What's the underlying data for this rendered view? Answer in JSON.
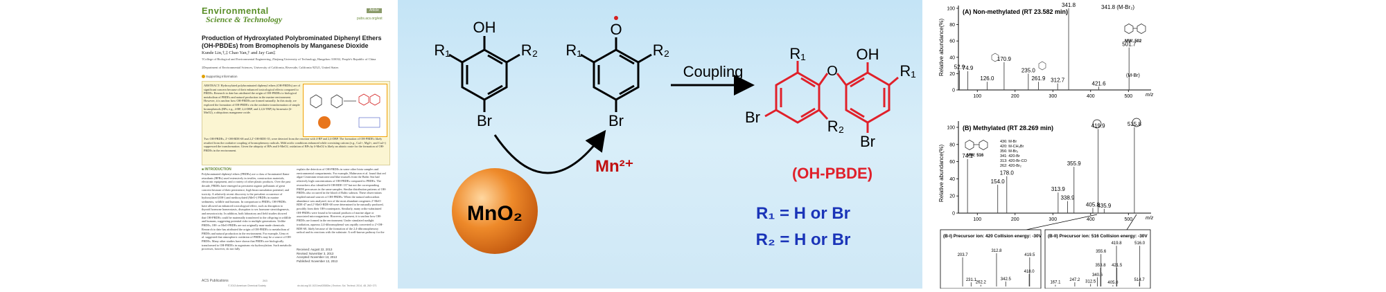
{
  "paper": {
    "journal_line1": "Environmental",
    "journal_line2": "Science & Technology",
    "article_badge": "Article",
    "pubs_link": "pubs.acs.org/est",
    "title": "Production of Hydroxylated Polybrominated Diphenyl Ethers (OH-PBDEs) from Bromophenols by Manganese Dioxide",
    "authors": "Kunde Lin,†,‡ Chao Yan,† and Jay Gan‡",
    "affiliation1": "†College of Biological and Environmental Engineering, Zhejiang University of Technology, Hangzhou 310032, People's Republic of China",
    "affiliation2": "‡Department of Environmental Sciences, University of California, Riverside, California 92521, United States",
    "supporting": "Supporting Information",
    "abstract": "ABSTRACT: Hydroxylated polybrominated diphenyl ethers (OH-PBDEs) are of significant concern because of their enhanced toxicological effects compared to PBDEs. Research to date has attributed the origin of OH-PBDEs to biological metabolism of PBDEs and natural production in the marine environment. However, it is unclear how OH-PBDEs are formed naturally. In this study, we explored the formation of OH-PBDEs via the oxidative transformation of simple bromophenols (BPs; e.g., 4-BP, 2,4-DBP, and 2,4,6-TBP) by birnessite (δ-MnO2), a ubiquitous manganese oxide.",
    "abstract_cont": "Two OH-PBDEs, 2′-OH-BDE-68 and 2,2′-OH-BDE-35, were detected from the reaction with 4-BP and 2,4-DBP. The formation of OH-PBDEs likely resulted from the oxidative coupling of bromophenoxy radicals. Mild acidic conditions enhanced while coexisting cations (e.g., Ca2+, Mg2+, and Cu2+) suppressed the transformation. Given the ubiquity of BPs and δ-MnO2, oxidation of BPs by δ-MnO2 is likely an abiotic route for the formation of OH-PBDEs in the environment.",
    "section": "■ INTRODUCTION",
    "intro_col1": "Polybrominated diphenyl ethers (PBDEs) are a class of brominated flame retardants (BFRs) used extensively in textiles, construction materials, electronic equipment, and a variety of other plastic products. Over the past decade, PBDEs have emerged as persistent organic pollutants of great concern because of their persistence, high bioaccumulation potential, and toxicity. A relatively recent discovery is the prevalent occurrence of hydroxylated (OH-) and methoxylated (MeO-) PBDEs in marine sediments, wildlife and humans. In comparison to PBDEs, OH-PBDEs have allowed an enhanced toxicological effect, such as disruption to thyroid hormone homeostasis, disruption to sex hormone steroidogenesis, and neurotoxicity. In addition, both laboratory and field studies showed that OH-PBDEs could be maternally transferred to the offspring in wildlife and humans, suggesting potential risks to multiple generations. Unlike PBDEs, OH- or MeO-PBDEs are not originally man-made chemicals. Research to date has attributed the origin of OH-PBDEs to metabolism of PBDEs and natural production in the environment. For example, Ueno et al. suggested that atmospheric oxidation of PBDEs may be a source of OH-PBDEs. Many other studies have shown that PBDEs are biologically transformed to OH-PBDEs in organisms via hydroxylation. Such metabolic processes, however, do not fully",
    "intro_col2": "explain the detection of OH-PBDEs in some other biota samples and environmental compartments. For example, Malmvarn et al. found that red algae Ceramium tenuicorne and blue mussels from the Baltic Sea had relatively high concentrations of OH-PBDEs compared to PBDEs. The researchers also identified 6-OH-BDE-137 but not the corresponding PBDE precursors in the same samples. Similar distribution patterns of OH-PBDEs also occurred in the blood of Baltic salmon. These observations implied natural sources of OH-PBDEs. When the natural radiocarbon abundance was analyzed, two of the most abundant congeners 2′-MeO-BDE-47 and 2′-MeO-BDE-68 were determined to be naturally produced, possibly from their OH-counterparts. Similarly, many ortho-substituted OH-PBDEs were found to be natural products of marine algae or associated microorganisms. However, at present, it is unclear how OH-PBDEs are formed in the environment. Under simulated sunlight irradiation, aqueous 2,4-dibromophenol was rapidly converted to 2′-OH-BDE-68, likely because of the formation of the 2,4-dibromophenoxy radical and its reactions with the substrate. A well-known pathway for the",
    "received": "Received:   August 22, 2013",
    "revised": "Revised:    November 3, 2013",
    "accepted": "Accepted:   November 13, 2013",
    "published": "Published:  November 13, 2013",
    "acs": "ACS Publications",
    "copyright": "© 2013 American Chemical Society",
    "page_no": "263",
    "doi_line": "dx.doi.org/10.1021/es403583w | Environ. Sci. Technol. 2014, 48, 263−271"
  },
  "toc": {
    "oh_label": "OH",
    "radical_label": "O",
    "r1": "R₁",
    "r2": "R₂",
    "br": "Br",
    "coupling": "Coupling",
    "mn2plus": "Mn²⁺",
    "mno2": "MnO₂",
    "ohpbde": "(OH-PBDE)",
    "r1_def": "R₁ = H or Br",
    "r2_def": "R₂ = H or Br",
    "colors": {
      "product": "#e0202a",
      "definition": "#1a34b8",
      "sphere": "#e8751c"
    }
  },
  "ms": {
    "panel_a_title": "(A) Non-methylated (RT 23.582 min)",
    "panel_b_title": "(B) Methylated (RT 28.269 min)",
    "panel_b1_title": "(B-I) Precursor ion: 420  Collision energy: -30V",
    "panel_b2_title": "(B-II) Precursor ion: 516 Collision energy: -30V",
    "ylabel": "Relative abundance(%)",
    "xunit": "m/z",
    "panel_a_mw": "MW: 502",
    "panel_b_mw": "MW: 516",
    "panel_a_annot_top": "341.8 (M-Br₂)",
    "panel_a_annot_mbr": "(M-Br)",
    "panel_b_list": [
      "436: M-Br",
      "420: M-CH₃Br",
      "356: M-Br₂",
      "341: 420-Br",
      "313: 420-Br-CO",
      "262: 420-Br₂"
    ],
    "y_ticks": [
      "0",
      "20",
      "40",
      "60",
      "80",
      "100"
    ],
    "x_ticks": [
      "100",
      "200",
      "300",
      "400",
      "500"
    ]
  },
  "chart_data": [
    {
      "type": "bar",
      "title": "(A) Non-methylated (RT 23.582 min)",
      "xlabel": "m/z",
      "ylabel": "Relative abundance(%)",
      "xlim": [
        50,
        560
      ],
      "ylim": [
        0,
        100
      ],
      "labeled_peaks": [
        {
          "mz": 52.9,
          "label": "52.9",
          "y": 24
        },
        {
          "mz": 74.9,
          "label": "74.9",
          "y": 23
        },
        {
          "mz": 126.0,
          "label": "126.0",
          "y": 10
        },
        {
          "mz": 170.9,
          "label": "170.9",
          "y": 34
        },
        {
          "mz": 235.0,
          "label": "235.0",
          "y": 20
        },
        {
          "mz": 261.9,
          "label": "261.9",
          "y": 10
        },
        {
          "mz": 312.7,
          "label": "312.7",
          "y": 8
        },
        {
          "mz": 341.8,
          "label": "341.8",
          "y": 100
        },
        {
          "mz": 421.6,
          "label": "421.6",
          "y": 4
        },
        {
          "mz": 501.7,
          "label": "501.7",
          "y": 52
        }
      ]
    },
    {
      "type": "bar",
      "title": "(B) Methylated (RT 28.269 min)",
      "xlabel": "m/z",
      "ylabel": "Relative abundance(%)",
      "xlim": [
        50,
        560
      ],
      "ylim": [
        0,
        100
      ],
      "labeled_peaks": [
        {
          "mz": 74.1,
          "label": "74.1",
          "y": 63
        },
        {
          "mz": 154.0,
          "label": "154.0",
          "y": 33
        },
        {
          "mz": 178.0,
          "label": "178.0",
          "y": 43
        },
        {
          "mz": 313.9,
          "label": "313.9",
          "y": 24
        },
        {
          "mz": 338.9,
          "label": "338.9",
          "y": 14
        },
        {
          "mz": 355.9,
          "label": "355.9",
          "y": 54
        },
        {
          "mz": 405.8,
          "label": "405.8",
          "y": 6
        },
        {
          "mz": 419.9,
          "label": "419.9",
          "y": 98
        },
        {
          "mz": 435.9,
          "label": "435.9",
          "y": 5
        },
        {
          "mz": 515.8,
          "label": "515.8",
          "y": 100
        }
      ]
    },
    {
      "type": "bar",
      "title": "(B-I) Precursor ion: 420  Collision energy: -30V",
      "xlim": [
        150,
        440
      ],
      "labeled_peaks": [
        {
          "mz": 203.7,
          "label": "203.7",
          "y": 70
        },
        {
          "mz": 231.1,
          "label": "231.1",
          "y": 10
        },
        {
          "mz": 262.2,
          "label": "262.2",
          "y": 4
        },
        {
          "mz": 312.8,
          "label": "312.8",
          "y": 80
        },
        {
          "mz": 342.5,
          "label": "342.5",
          "y": 12
        },
        {
          "mz": 418.0,
          "label": "418.0",
          "y": 30
        },
        {
          "mz": 419.5,
          "label": "419.5",
          "y": 70
        }
      ]
    },
    {
      "type": "bar",
      "title": "(B-II) Precursor ion: 516 Collision energy: -30V",
      "xlim": [
        150,
        540
      ],
      "labeled_peaks": [
        {
          "mz": 167.1,
          "label": "167.1",
          "y": 4
        },
        {
          "mz": 247.2,
          "label": "247.2",
          "y": 10
        },
        {
          "mz": 312.5,
          "label": "312.5",
          "y": 6
        },
        {
          "mz": 340.6,
          "label": "340.6",
          "y": 22
        },
        {
          "mz": 353.8,
          "label": "353.8",
          "y": 45
        },
        {
          "mz": 355.6,
          "label": "355.6",
          "y": 78
        },
        {
          "mz": 405.0,
          "label": "405.0",
          "y": 3
        },
        {
          "mz": 419.8,
          "label": "419.8",
          "y": 98
        },
        {
          "mz": 421.5,
          "label": "421.5",
          "y": 45
        },
        {
          "mz": 514.7,
          "label": "514.7",
          "y": 10
        },
        {
          "mz": 516.0,
          "label": "516.0",
          "y": 98
        }
      ]
    }
  ]
}
